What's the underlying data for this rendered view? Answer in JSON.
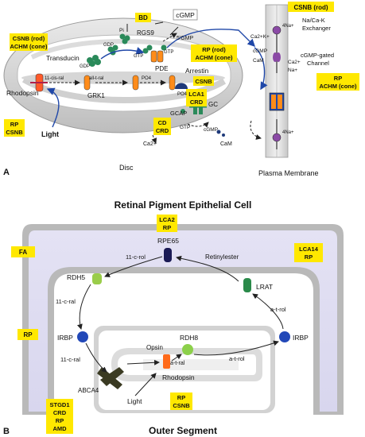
{
  "panel_a": {
    "panel_letter": "A",
    "disc_label": "Disc",
    "membrane_label": "Plasma Membrane",
    "labels": {
      "transducin": "Transducin",
      "rgs9": "RGS9",
      "gdp": "GDP",
      "gdp2": "GDP",
      "pi": "Pi",
      "cgmp_top": "cGMP",
      "five_gmp": "5'GMP",
      "pde": "PDE",
      "gtp": "GTP",
      "gtp2": "GTP",
      "rhodopsin": "Rhodopsin",
      "cis_ral": "11-cis-ral",
      "at_ral": "all-t-ral",
      "grk1": "GRK1",
      "po4": "PO4",
      "po4b": "PO4",
      "arrestin": "Arrestin",
      "light": "Light",
      "gc": "GC",
      "gcap": "GCAP",
      "gtp3": "GTP",
      "cgmp_bottom": "cGMP",
      "ca_bottom": "Ca2+",
      "cam": "CaM",
      "ca_k": "Ca2+K+",
      "na4": "4Na+",
      "na4b": "4Na+",
      "camm": "CaM",
      "ca2": "Ca2+",
      "na": "Na+",
      "cgmp_m": "cGMP",
      "exch": "Na/Ca-K",
      "exch2": "Exchanger",
      "chan": "cGMP-gated",
      "chan2": "Channel"
    },
    "tags": {
      "csnb_rod_top": "CSNB (rod)",
      "csnb_achm_l1": "CSNB (rod)",
      "csnb_achm_l2": "ACHM (cone)",
      "bd": "BD",
      "rp_achm_l1": "RP (rod)",
      "rp_achm_l2": "ACHM (cone)",
      "csnb_arr": "CSNB",
      "lca1_l1": "LCA1",
      "lca1_l2": "CRD",
      "rp_csnb_l1": "RP",
      "rp_csnb_l2": "CSNB",
      "cd_crd_l1": "CD",
      "cd_crd_l2": "CRD",
      "rp_achm_r_l1": "RP",
      "rp_achm_r_l2": "ACHM (cone)"
    }
  },
  "panel_b": {
    "panel_letter": "B",
    "title": "Retinal Pigment Epithelial Cell",
    "bottom_label": "Outer Segment",
    "labels": {
      "rpe65": "RPE65",
      "retinylester": "Retinylester",
      "c_rol": "11-c-rol",
      "rdh5": "RDH5",
      "lrat": "LRAT",
      "c_ral": "11-c-ral",
      "at_rol": "a-t-rol",
      "irbp_l": "IRBP",
      "irbp_r": "IRBP",
      "c_ral2": "11-c-ral",
      "opsin": "Opsin",
      "rdh8": "RDH8",
      "at_ral": "a-t-ral",
      "at_rol2": "a-t-rol",
      "rhodopsin": "Rhodopsin",
      "abca4": "ABCA4",
      "light": "Light"
    },
    "tags": {
      "lca2_l1": "LCA2",
      "lca2_l2": "RP",
      "fa": "FA",
      "lca14_l1": "LCA14",
      "lca14_l2": "RP",
      "rp": "RP",
      "rp_csnb_l1": "RP",
      "rp_csnb_l2": "CSNB",
      "stgd_l1": "STGD1",
      "stgd_l2": "CRD",
      "stgd_l3": "RP",
      "stgd_l4": "AMD"
    }
  }
}
